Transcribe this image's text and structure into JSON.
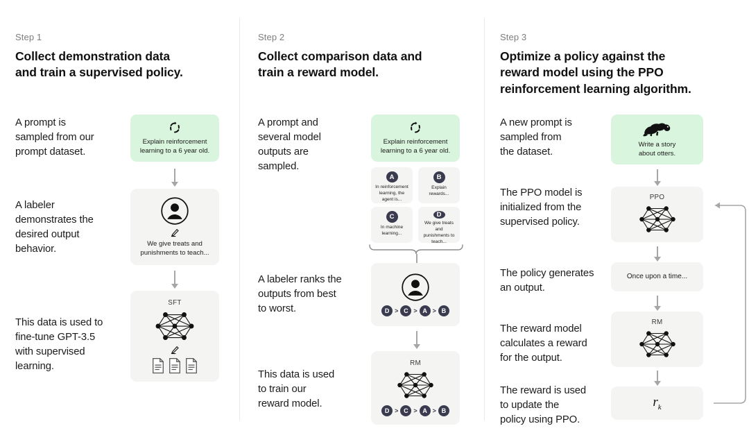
{
  "columns": [
    {
      "step_label": "Step 1",
      "title": "Collect demonstration data\nand train a supervised policy.",
      "descriptions": [
        "A prompt is\nsampled from our\nprompt dataset.",
        "A labeler\ndemonstrates the\ndesired output\nbehavior.",
        "This data is used to\nfine-tune GPT-3.5\nwith supervised\nlearning."
      ],
      "prompt_box": {
        "icon": "loop-icon",
        "text": "Explain reinforcement\nlearning to a 6 year old.",
        "color": "#d9f5dd"
      },
      "labeler_box": {
        "icon": "person-circle-icon",
        "sub_icon": "pencil-icon",
        "text": "We give treats and\npunishments to teach..."
      },
      "model_box": {
        "title": "SFT",
        "icon": "neural-net-icon",
        "sub_icon": "pencil-icon",
        "docs_icon": "documents-icon"
      }
    },
    {
      "step_label": "Step 2",
      "title": "Collect comparison data and\ntrain a reward model.",
      "descriptions": [
        "A prompt and\nseveral model\noutputs are\nsampled.",
        "A labeler ranks the\noutputs from best\nto worst.",
        "This data is used\nto train our\nreward model."
      ],
      "prompt_box": {
        "icon": "loop-icon",
        "text": "Explain reinforcement\nlearning to a 6 year old.",
        "color": "#d9f5dd"
      },
      "options": [
        {
          "badge": "A",
          "text": "In reinforcement\nlearning, the\nagent is..."
        },
        {
          "badge": "B",
          "text": "Explain rewards..."
        },
        {
          "badge": "C",
          "text": "In machine\nlearning..."
        },
        {
          "badge": "D",
          "text": "We give treats and\npunishments to\nteach..."
        }
      ],
      "labeler_box": {
        "icon": "person-circle-icon",
        "ranking": [
          "D",
          "C",
          "A",
          "B"
        ]
      },
      "model_box": {
        "title": "RM",
        "icon": "neural-net-icon",
        "ranking": [
          "D",
          "C",
          "A",
          "B"
        ]
      }
    },
    {
      "step_label": "Step 3",
      "title": "Optimize a policy against the\nreward model using the PPO\nreinforcement learning algorithm.",
      "descriptions": [
        "A new prompt is\nsampled from\nthe dataset.",
        "The PPO model is\ninitialized from the\nsupervised policy.",
        "The policy generates\nan output.",
        "The reward model\ncalculates a reward\nfor the output.",
        "The reward is used\nto update the\npolicy using PPO."
      ],
      "prompt_box": {
        "icon": "otter-icon",
        "text": "Write a story\nabout otters.",
        "color": "#d9f5dd"
      },
      "ppo_box": {
        "title": "PPO",
        "icon": "neural-net-icon"
      },
      "output_box": {
        "text": "Once upon a time..."
      },
      "rm_box": {
        "title": "RM",
        "icon": "neural-net-icon"
      },
      "reward_box": {
        "symbol": "r",
        "subscript": "k"
      }
    }
  ],
  "colors": {
    "green_box": "#d9f5dd",
    "gray_box": "#f4f4f2",
    "arrow": "#a6a6a6",
    "badge": "#3b3b4f",
    "divider": "#e9e9e9",
    "step_label": "#7d7d7d",
    "text": "#111111"
  }
}
